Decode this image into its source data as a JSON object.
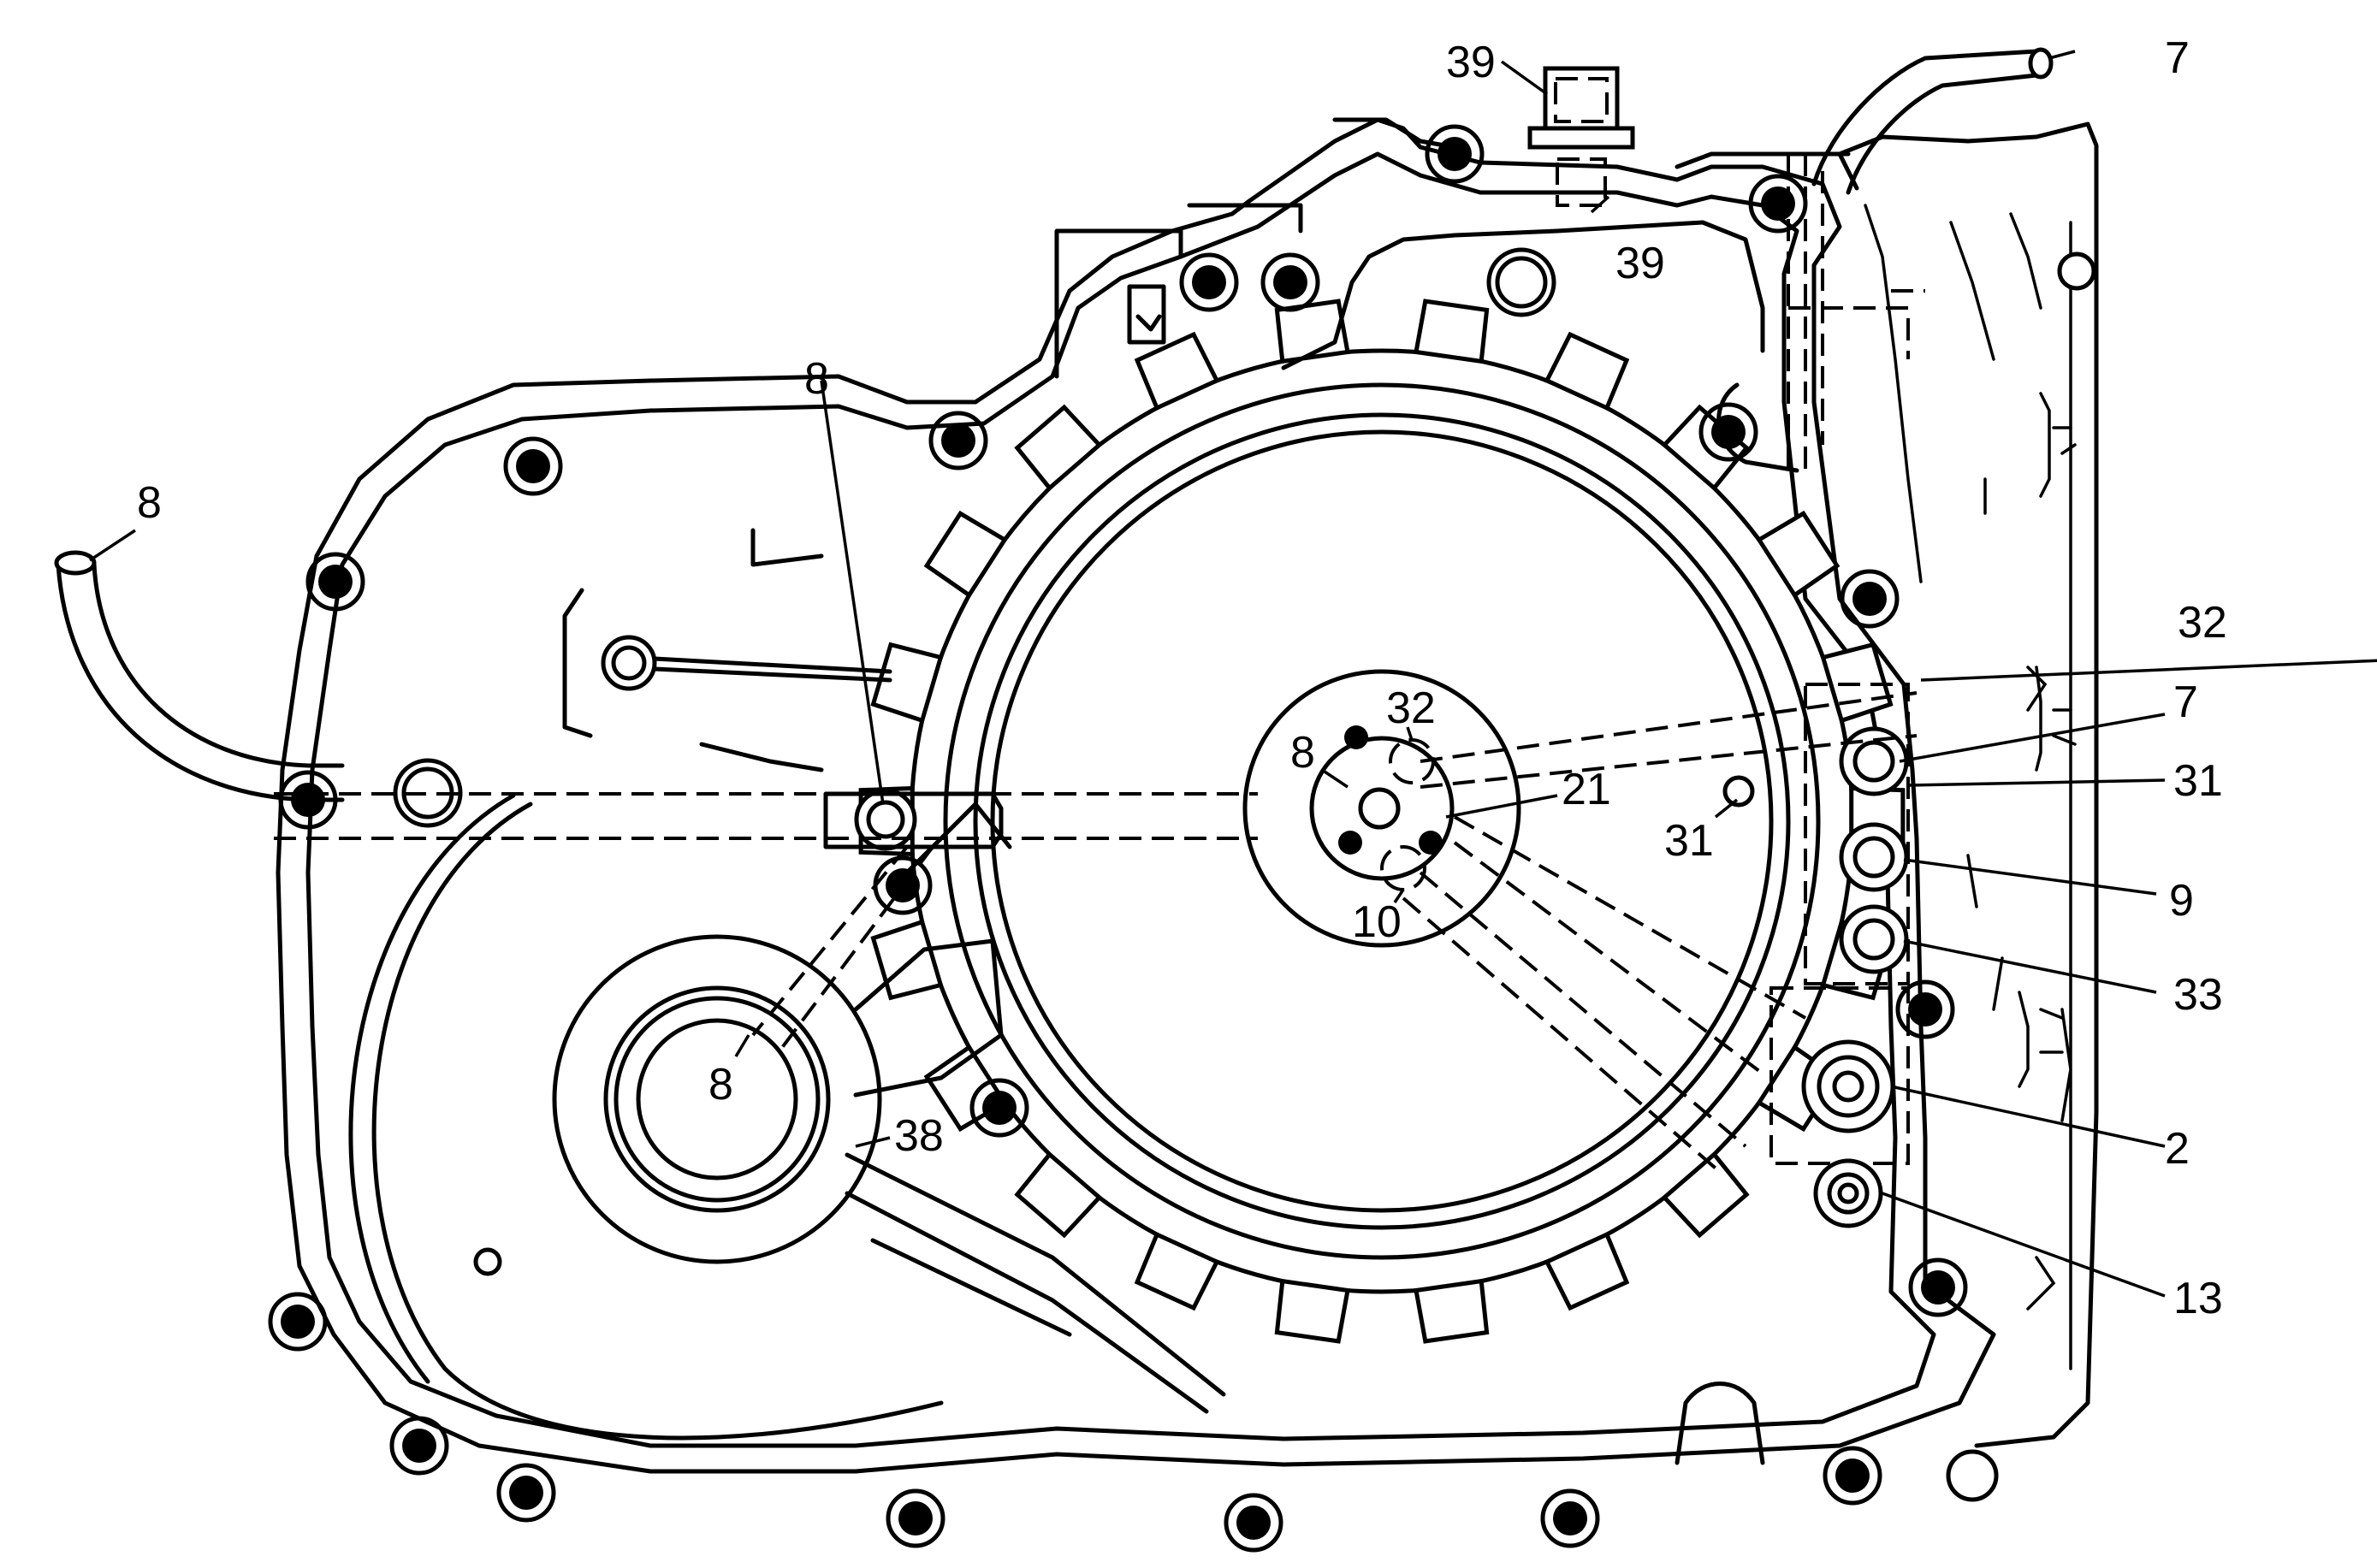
{
  "callouts": {
    "c39_top": "39",
    "c39_lower": "39",
    "c7_top": "7",
    "c8_left": "8",
    "c8_bore": "8",
    "c8_center": "8",
    "c8_lower": "8",
    "c32_right": "32",
    "c32_center": "32",
    "c7_right": "7",
    "c31_right": "31",
    "c21": "21",
    "c31_center": "31",
    "c9": "9",
    "c10": "10",
    "c33": "33",
    "c2": "2",
    "c38": "38",
    "c13": "13"
  },
  "colors": {
    "line": "#000000",
    "background": "#ffffff"
  }
}
